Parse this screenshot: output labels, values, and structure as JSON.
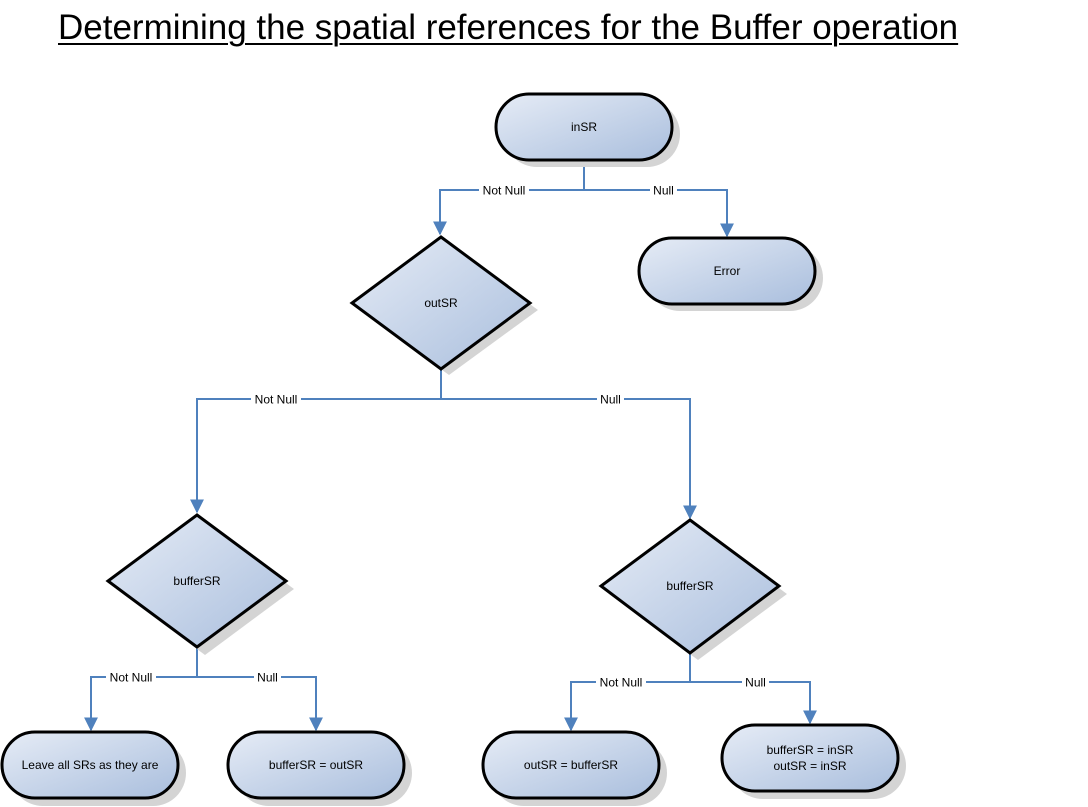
{
  "title": "Determining the spatial references for the Buffer operation",
  "colors": {
    "edge": "#4f81bd",
    "node_fill_light": "#e6ecf6",
    "node_fill_dark": "#a9bedd",
    "node_stroke": "#000000",
    "shadow": "#d4d4d4"
  },
  "nodes": {
    "insr": {
      "label": "inSR",
      "shape": "terminator"
    },
    "error": {
      "label": "Error",
      "shape": "terminator"
    },
    "outsr": {
      "label": "outSR",
      "shape": "decision"
    },
    "buffersr_left": {
      "label": "bufferSR",
      "shape": "decision"
    },
    "buffersr_right": {
      "label": "bufferSR",
      "shape": "decision"
    },
    "leave_all": {
      "label": "Leave all SRs as they are",
      "shape": "terminator"
    },
    "buffer_eq_out": {
      "label": "bufferSR = outSR",
      "shape": "terminator"
    },
    "out_eq_buffer": {
      "label": "outSR = bufferSR",
      "shape": "terminator"
    },
    "both_eq_in": {
      "lines": [
        "bufferSR = inSR",
        "outSR = inSR"
      ],
      "shape": "terminator"
    }
  },
  "edges": {
    "insr_notnull": "Not Null",
    "insr_null": "Null",
    "outsr_notnull": "Not Null",
    "outsr_null": "Null",
    "left_notnull": "Not Null",
    "left_null": "Null",
    "right_notnull": "Not Null",
    "right_null": "Null"
  }
}
